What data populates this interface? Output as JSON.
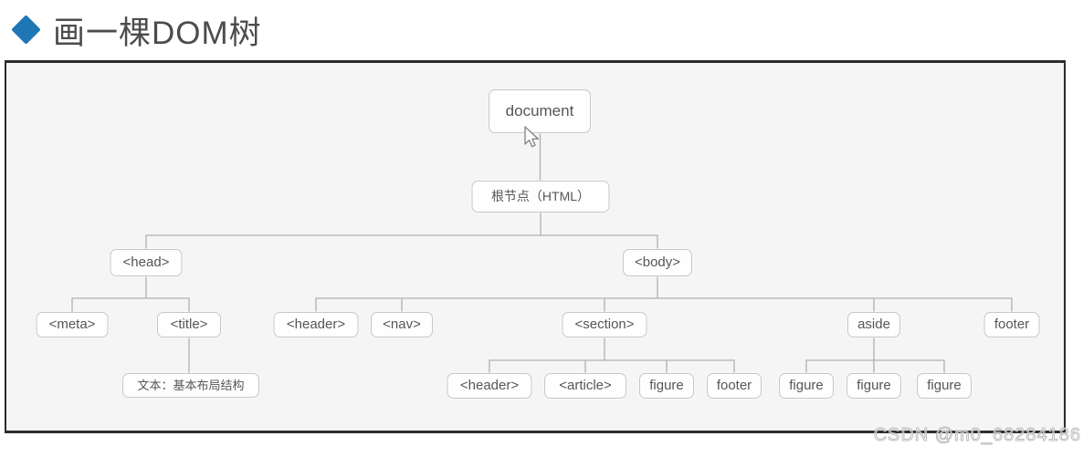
{
  "page": {
    "title": "画一棵DOM树",
    "watermark": "CSDN @m0_68284186"
  },
  "colors": {
    "accent_blue": "#1e76b5",
    "panel_background": "#f5f5f6",
    "node_border": "#c6c6c6",
    "connector_gray": "#b0b0b0"
  },
  "tree": {
    "nodes": {
      "document": "document",
      "root": "根节点（HTML）",
      "head": "<head>",
      "body": "<body>",
      "meta": "<meta>",
      "title_tag": "<title>",
      "title_text": "文本：基本布局结构",
      "body_header": "<header>",
      "nav": "<nav>",
      "section": "<section>",
      "aside": "aside",
      "body_footer": "footer",
      "section_header": "<header>",
      "article": "<article>",
      "section_figure": "figure",
      "section_footer": "footer",
      "aside_figure_1": "figure",
      "aside_figure_2": "figure",
      "aside_figure_3": "figure"
    }
  }
}
